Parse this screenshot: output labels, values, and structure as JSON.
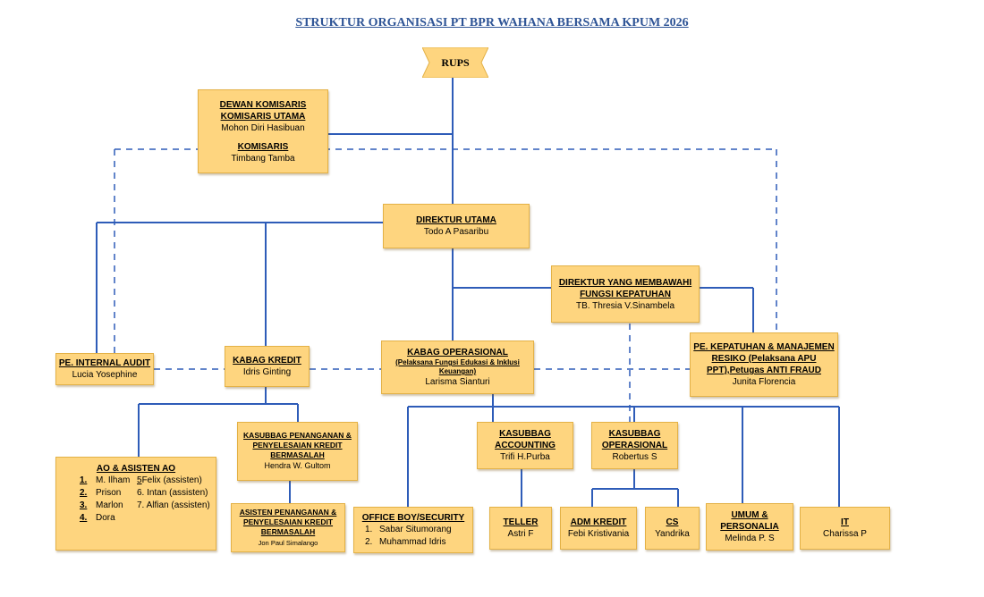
{
  "title": "STRUKTUR ORGANISASI  PT BPR WAHANA BERSAMA KPUM 2026",
  "rups": "RUPS",
  "dewan": {
    "heading": "DEWAN KOMISARIS",
    "sub_heading": "KOMISARIS UTAMA",
    "komut_name": "Mohon Diri Hasibuan",
    "komisaris_heading": "KOMISARIS",
    "komisaris_name": "Timbang Tamba"
  },
  "direktur_utama": {
    "heading": "DIREKTUR UTAMA",
    "name": "Todo A Pasaribu"
  },
  "direktur_kepatuhan": {
    "heading_1": "DIREKTUR YANG MEMBAWAHI",
    "heading_2": "FUNGSI KEPATUHAN",
    "name": "TB. Thresia V.Sinambela"
  },
  "internal_audit": {
    "heading": "PE. INTERNAL AUDIT",
    "name": "Lucia Yosephine"
  },
  "kabag_kredit": {
    "heading": "KABAG KREDIT",
    "name": "Idris Ginting"
  },
  "kabag_operasional": {
    "heading": "KABAG OPERASIONAL",
    "sub_1": "(Pelaksana Fungsi Edukasi & Inklusi",
    "sub_2": "Keuangan)",
    "name": "Larisma Sianturi"
  },
  "kepatuhan": {
    "heading_1": "PE. KEPATUHAN & MANAJEMEN",
    "heading_2": "RESIKO (Pelaksana APU",
    "heading_3": "PPT),Petugas ANTI FRAUD",
    "name": "Junita Florencia"
  },
  "ao": {
    "heading": "AO & ASISTEN AO",
    "rows": [
      {
        "num": "1.",
        "a": "M. Ilham",
        "b_num": "5",
        "b": " Felix (assisten)"
      },
      {
        "num": "2.",
        "a": "Prison",
        "b_num": "",
        "b": "6. Intan (assisten)"
      },
      {
        "num": "3.",
        "a": "Marlon",
        "b_num": "",
        "b": "7. Alfian (assisten)"
      },
      {
        "num": "4.",
        "a": "Dora",
        "b_num": "",
        "b": ""
      }
    ]
  },
  "kasubbag_penanganan": {
    "heading_1": "KASUBBAG PENANGANAN &",
    "heading_2": "PENYELESAIAN KREDIT",
    "heading_3": "BERMASALAH",
    "name": "Hendra W. Gultom"
  },
  "asisten_penanganan": {
    "heading_1": "ASISTEN PENANGANAN &",
    "heading_2": "PENYELESAIAN KREDIT",
    "heading_3": "BERMASALAH",
    "name": "Jon Paul Simalango"
  },
  "office_boy": {
    "heading": "OFFICE BOY/SECURITY",
    "rows": [
      {
        "num": "1.",
        "name": "Sabar Situmorang"
      },
      {
        "num": "2.",
        "name": "Muhammad Idris"
      }
    ]
  },
  "kasubbag_accounting": {
    "heading_1": "KASUBBAG",
    "heading_2": "ACCOUNTING",
    "name": "Trifi H.Purba"
  },
  "kasubbag_operasional": {
    "heading_1": "KASUBBAG",
    "heading_2": "OPERASIONAL",
    "name": "Robertus S"
  },
  "teller": {
    "heading": "TELLER",
    "name": "Astri F"
  },
  "adm_kredit": {
    "heading": "ADM KREDIT",
    "name": "Febi Kristivania"
  },
  "cs": {
    "heading": "CS",
    "name": "Yandrika"
  },
  "umum": {
    "heading_1": "UMUM &",
    "heading_2": "PERSONALIA",
    "name": "Melinda P. S"
  },
  "it": {
    "heading": "IT",
    "name": "Charissa P"
  },
  "colors": {
    "box_fill": "#fed57f",
    "box_border": "#e3b146",
    "line": "#2e5cb8",
    "title": "#2e5496"
  }
}
